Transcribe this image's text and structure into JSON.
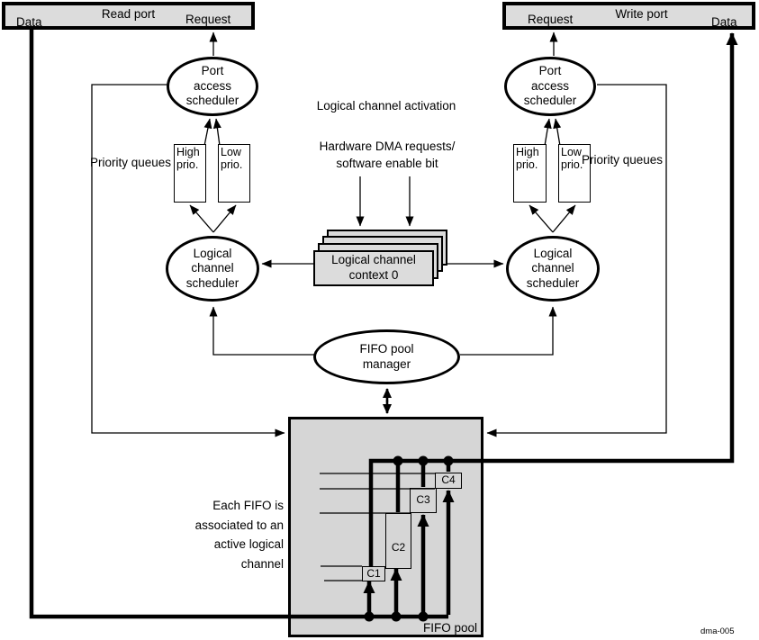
{
  "figure": {
    "id": "dma-005"
  },
  "colors": {
    "box_fill": "#dcdcdc",
    "pool_fill": "#d6d6d6",
    "line": "#000000",
    "background": "#ffffff"
  },
  "read_port": {
    "title": "Read port",
    "data_label": "Data",
    "request_label": "Request"
  },
  "write_port": {
    "title": "Write port",
    "request_label": "Request",
    "data_label": "Data"
  },
  "left": {
    "port_access_scheduler": "Port access scheduler",
    "priority_queues": "Priority queues",
    "high_queue": "High prio.",
    "low_queue": "Low prio.",
    "logical_channel_scheduler": "Logical channel scheduler"
  },
  "right": {
    "port_access_scheduler": "Port access scheduler",
    "priority_queues": "Priority queues",
    "high_queue": "High prio.",
    "low_queue": "Low prio.",
    "logical_channel_scheduler": "Logical channel scheduler"
  },
  "center": {
    "activation": "Logical channel activation",
    "hardware_requests": "Hardware DMA requests/ software enable bit",
    "context": "Logical channel context 0",
    "fifo_pool_manager": "FIFO pool manager"
  },
  "fifo_pool": {
    "label": "FIFO pool",
    "note": "Each FIFO is associated to an active logical channel",
    "channels": [
      "C1",
      "C2",
      "C3",
      "C4"
    ]
  }
}
